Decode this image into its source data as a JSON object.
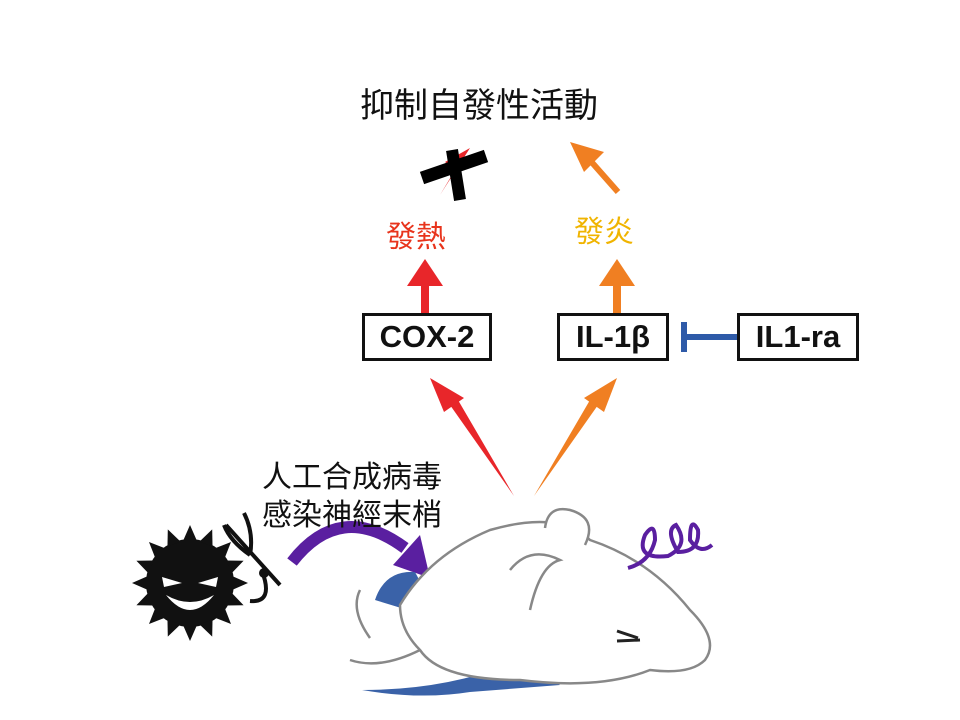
{
  "title": "抑制自發性活動",
  "fever_label": "發熱",
  "inflammation_label": "發炎",
  "boxes": {
    "cox2": "COX-2",
    "il1b": "IL-1β",
    "il1ra": "IL1-ra"
  },
  "infection_text": [
    "人工合成病毒",
    "感染神經末梢"
  ],
  "colors": {
    "red": "#e8262a",
    "orange": "#f07f22",
    "fever": "#e8341c",
    "inflammation": "#f0b400",
    "blue": "#2e5aa8",
    "purple": "#5a1fa0"
  }
}
